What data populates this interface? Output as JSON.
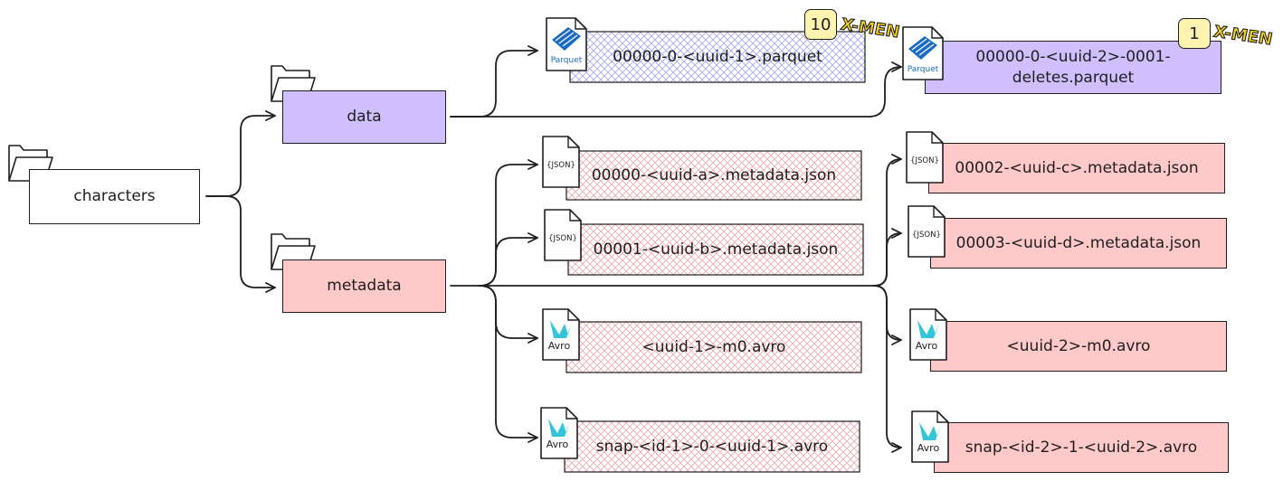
{
  "colors": {
    "purple": "#d0bfff",
    "pink": "#ffc9c9",
    "white": "#ffffff",
    "parquet_blue": "#1b6bc6",
    "avro_teal": "#35c5d8"
  },
  "nodes": {
    "characters": "characters",
    "data": "data",
    "metadata": "metadata",
    "parquet1": "00000-0-<uuid-1>.parquet",
    "parquet2": "00000-0-<uuid-2>-0001-deletes.parquet",
    "json_a": "00000-<uuid-a>.metadata.json",
    "json_b": "00001-<uuid-b>.metadata.json",
    "json_c": "00002-<uuid-c>.metadata.json",
    "json_d": "00003-<uuid-d>.metadata.json",
    "avro_m0_1": "<uuid-1>-m0.avro",
    "avro_snap_1": "snap-<id-1>-0-<uuid-1>.avro",
    "avro_m0_2": "<uuid-2>-m0.avro",
    "avro_snap_2": "snap-<id-2>-1-<uuid-2>.avro"
  },
  "badges": {
    "parquet1": "10",
    "parquet2": "1"
  },
  "logo_text": "X-MEN",
  "file_types": {
    "parquet": "Parquet",
    "json": "JSON",
    "avro": "Avro"
  }
}
